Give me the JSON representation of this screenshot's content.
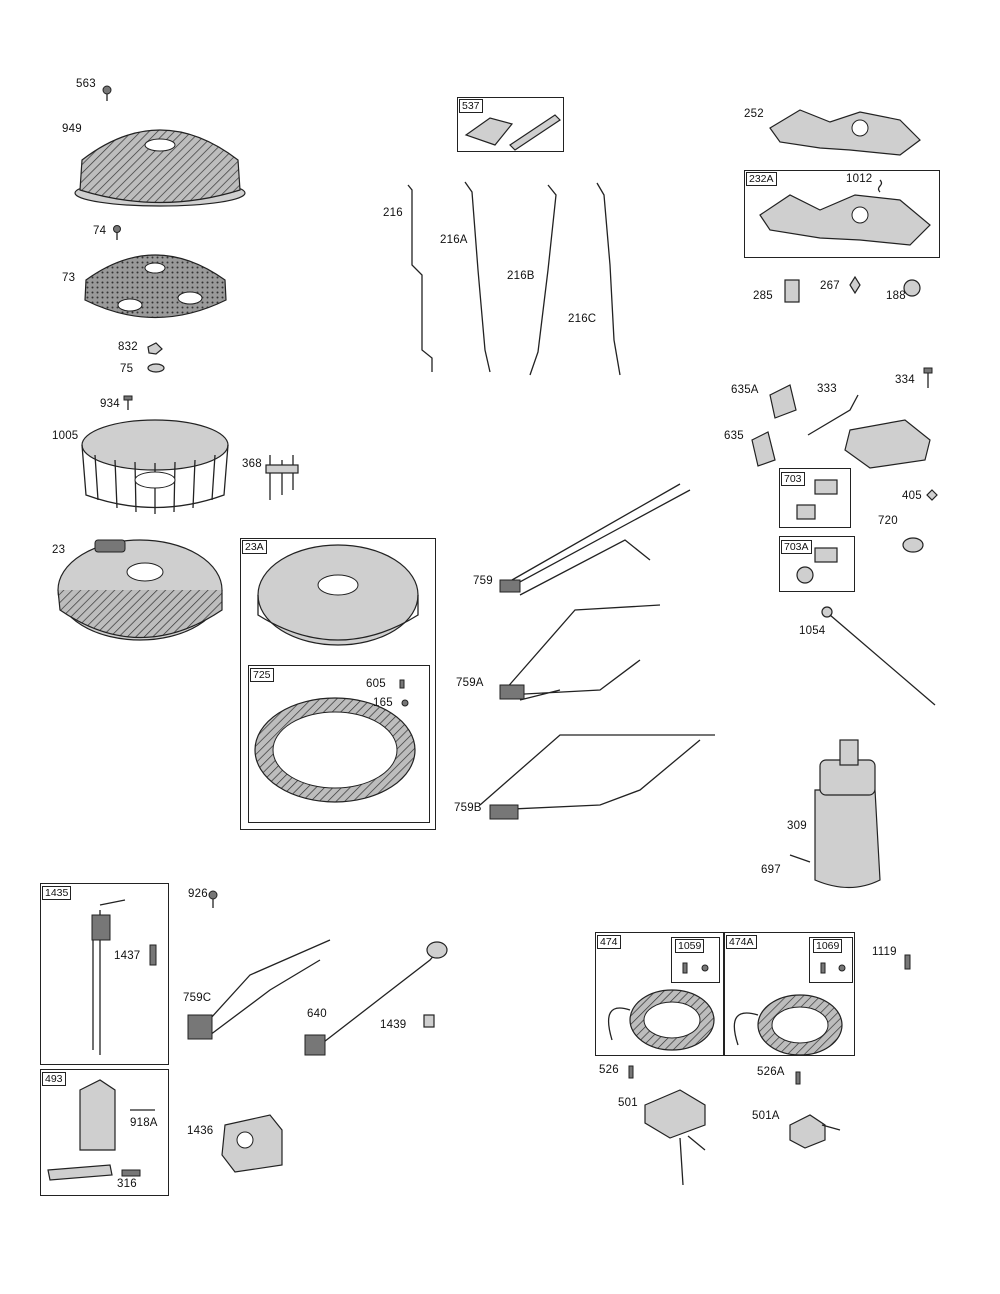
{
  "parts": {
    "p563": "563",
    "p949": "949",
    "p74": "74",
    "p73": "73",
    "p832": "832",
    "p75": "75",
    "p934": "934",
    "p1005": "1005",
    "p368": "368",
    "p23": "23",
    "p537": "537",
    "p216": "216",
    "p216A": "216A",
    "p216B": "216B",
    "p216C": "216C",
    "p252": "252",
    "p232A": "232A",
    "p1012": "1012",
    "p285": "285",
    "p267": "267",
    "p188": "188",
    "p635A": "635A",
    "p333": "333",
    "p334": "334",
    "p635": "635",
    "p703": "703",
    "p405": "405",
    "p720": "720",
    "p703A": "703A",
    "p1054": "1054",
    "p23A": "23A",
    "p725": "725",
    "p605": "605",
    "p165": "165",
    "p759": "759",
    "p759A": "759A",
    "p759B": "759B",
    "p309": "309",
    "p697": "697",
    "p1435": "1435",
    "p1437": "1437",
    "p926": "926",
    "p759C": "759C",
    "p640": "640",
    "p1439": "1439",
    "p493": "493",
    "p918A": "918A",
    "p316": "316",
    "p1436": "1436",
    "p474": "474",
    "p1059": "1059",
    "p474A": "474A",
    "p1069": "1069",
    "p1119": "1119",
    "p526": "526",
    "p526A": "526A",
    "p501": "501",
    "p501A": "501A"
  }
}
